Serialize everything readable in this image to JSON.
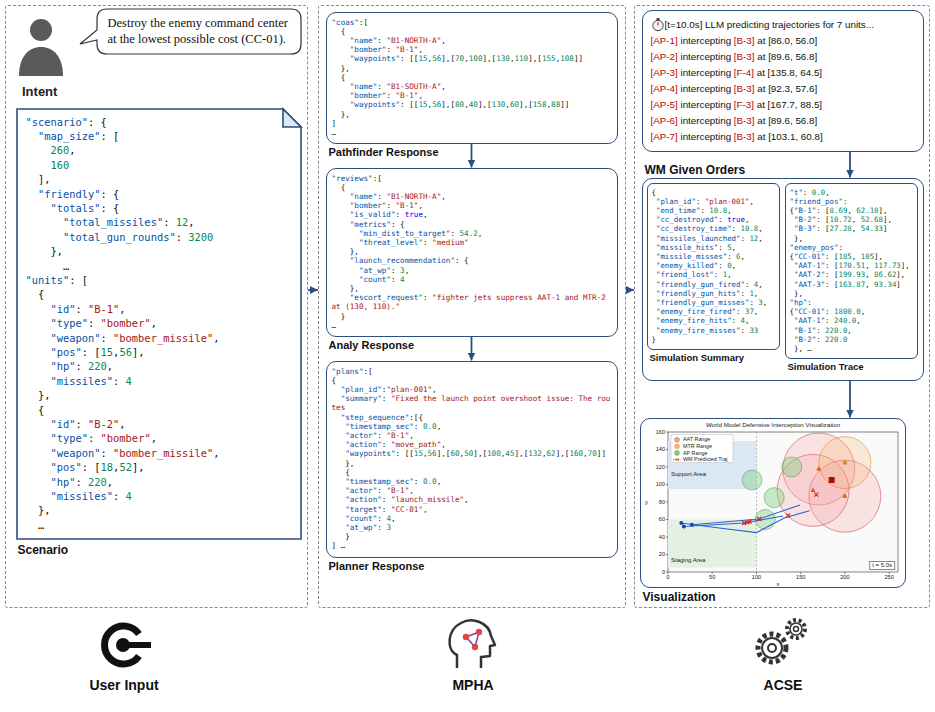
{
  "diagram": {
    "nodes": [
      {
        "text": [
          "User Input"
        ]
      },
      {
        "text": [
          "Destroy the enemy command center at the lowest possible cost (CC-01)."
        ],
        "in": 0
      },
      {
        "text": [
          "Scenario",
          "\"scenario\": {",
          "  \"map_size\": [",
          "    260,",
          "    160",
          "  ],",
          "  \"friendly\": {",
          "    \"totals\": {",
          "      \"total_missiles\": 12,",
          "      \"total_gun_rounds\": 3200",
          "    },",
          "      …",
          "\"units\": [",
          "  {",
          "    \"id\": \"B-1\",",
          "    \"type\": \"bomber\",",
          "    \"weapon\": \"bomber_missile\",",
          "    \"pos\": [15,56],",
          "    \"hp\": 220,",
          "    \"missiles\": 4",
          "  },",
          "  {",
          "    \"id\": \"B-2\",",
          "    \"type\": \"bomber\",",
          "    \"weapon\": \"bomber_missile\",",
          "    \"pos\": [18,52],",
          "    \"hp\": 220,",
          "    \"missiles\": 4",
          "  },",
          "  …"
        ],
        "in": 0
      },
      {
        "text": [
          "MPHA"
        ]
      },
      {
        "text": [
          "Pathfinder Response",
          "\"coas\":[",
          "  {",
          "    \"name\": \"B1-NORTH-A\",",
          "    \"bomber\": \"B-1\",",
          "    \"waypoints\": [[15,56],[70,100],[130,110],[155,108]]",
          "  },",
          "  {",
          "    \"name\": \"B1-SOUTH-A\",",
          "    \"bomber\": \"B-1\",",
          "    \"waypoints\": [[15,56],[80,40],[130,60],[158,88]]",
          "  },",
          "]",
          "…"
        ],
        "in": 3
      },
      {
        "text": [
          "Analy Response",
          "\"reviews\":[",
          "  {",
          "    \"name\": \"B1-NORTH-A\",",
          "    \"bomber\": \"B-1\",",
          "    \"is_valid\": true,",
          "    \"metrics\": {",
          "      \"min_dist_to_target\": 54.2,",
          "      \"threat_level\": \"medium\"",
          "    },",
          "    \"launch_recommendation\": {",
          "      \"at_wp\": 3,",
          "      \"count\": 4",
          "    },",
          "    \"escort_request\": \"fighter jets suppress AAT-1 and MTR-2 at (130, 110).\"",
          "  }",
          "…"
        ],
        "in": 3
      },
      {
        "text": [
          "Planner Response",
          "\"plans\":[",
          "{",
          "  \"plan_id\":\"plan-001\",",
          "  \"summary\": \"Fixed the launch point overshoot issue: The routes",
          "  \"step_sequence\":[{",
          "   \"timestamp_sec\": 0.0,",
          "   \"actor\": \"B-1\",",
          "   \"action\": \"move_path\",",
          "   \"waypoints\": [[15,56],[60,50],[100,45],[132,62],[160,70]]",
          "   },",
          "   {",
          "   \"timestamp_sec\": 0.0,",
          "   \"actor\": \"B-1\",",
          "   \"action\": \"launch_missile\",",
          "   \"target\": \"CC-01\",",
          "   \"count\": 4,",
          "   \"at_wp\": 3",
          "   }",
          "] …"
        ],
        "in": 3
      },
      {
        "text": [
          "ACSE"
        ]
      },
      {
        "text": [
          "[t=10.0s] LLM predicting trajectories for 7 units...",
          "[AP-1] intercepting [B-3] at [86.0, 56.0]",
          "[AP-2] intercepting [B-3] at [89.6, 56.8]",
          "[AP-3] intercepting [F-4] at [135.8, 64.5]",
          "[AP-4] intercepting [B-3] at [92.3, 57.6]",
          "[AP-5] intercepting [F-3] at [167.7, 88.5]",
          "[AP-6] intercepting [B-3] at [89.6, 56.8]",
          "[AP-7] intercepting [B-3] at [103.1, 60.8]"
        ],
        "in": 7
      },
      {
        "text": [
          "WM Given Orders"
        ],
        "in": 7
      },
      {
        "text": [
          "Simulation Summary",
          "{",
          " \"plan_id\": \"plan-001\",",
          " \"end_time\": 10.8,",
          " \"cc_destroyed\": true,",
          " \"cc_destroy_time\": 10.8,",
          " \"missiles_launched\": 12,",
          " \"missile_hits\": 5,",
          " \"missile_misses\": 6,",
          " \"enemy_killed\": 0,",
          " \"friend_lost\": 1,",
          " \"friendly_gun_fired\": 4,",
          " \"friendly_gun_hits\": 1,",
          " \"friendly_gun_misses\": 3,",
          " \"enemy_fire_fired\": 37,",
          " \"enemy_fire_hits\": 4,",
          " \"enemy_fire_misses\": 33",
          "}"
        ],
        "in": 9
      },
      {
        "text": [
          "Simulation Trace",
          "\"t\": 0.0,",
          "\"friend_pos\":",
          "{\"B-1\": [8.69, 62.10],",
          " \"B-2\": [10.72, 52.68],",
          " \"B-3\": [27.28, 54.33]",
          " },",
          "\"enemy_pos\":",
          "{\"CC-01\": [185, 105],",
          " \"AAT-1\": [170.51, 117.73],",
          " \"AAT-2\": [199.93, 86.62],",
          " \"AAT-3\": [163.87, 93.34]",
          " },",
          "\"hp\":",
          "{\"CC-01\": 1800.0,",
          " \"AAT-1\": 240.0,",
          " \"B-1\": 220.0,",
          " \"B-2\": 220.0",
          " }, …"
        ],
        "in": 9
      },
      {
        "text": [
          "Visualization"
        ],
        "in": 7
      }
    ],
    "edges": [
      {
        "from": 0,
        "to": 3,
        "arrow": "to"
      },
      {
        "from": 3,
        "to": 7,
        "arrow": "to"
      },
      {
        "from": 4,
        "to": 5,
        "arrow": "to"
      },
      {
        "from": 5,
        "to": 6,
        "arrow": "to"
      },
      {
        "from": 8,
        "to": 9,
        "arrow": "to"
      },
      {
        "from": 9,
        "to": 12,
        "arrow": "to"
      }
    ],
    "labels": [
      "Intent",
      "World Model Defensive Interception Visualization",
      "Support Area",
      "Staging Area",
      "t = 5.0s",
      "x",
      "y",
      "0",
      "50",
      "100",
      "150",
      "200",
      "250",
      "0",
      "20",
      "40",
      "60",
      "80",
      "100",
      "120",
      "140",
      "160"
    ],
    "legend": [
      {
        "text": "AAT Range"
      },
      {
        "text": "MTR Range"
      },
      {
        "text": "AP Range"
      },
      {
        "text": "WM Predicted Traj"
      }
    ]
  }
}
